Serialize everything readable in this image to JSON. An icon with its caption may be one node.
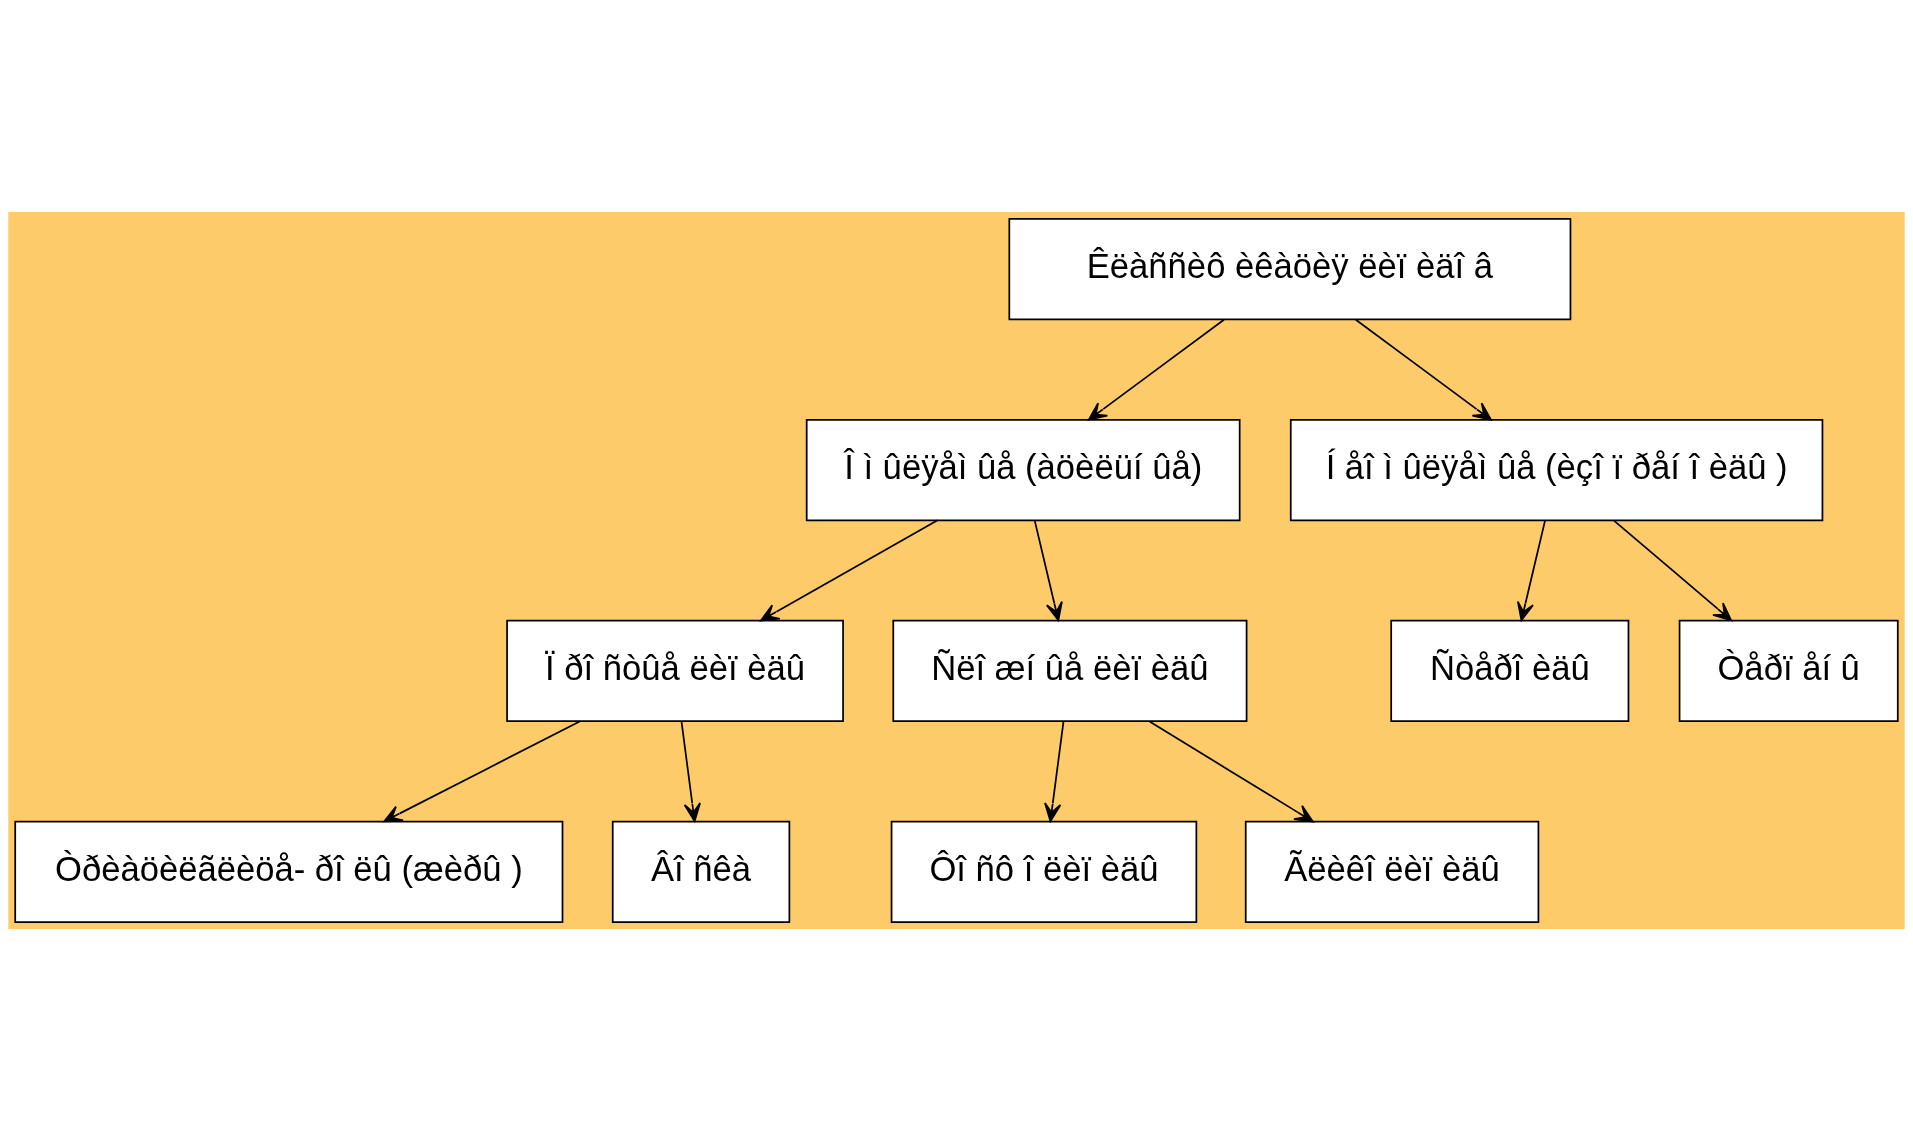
{
  "diagram": {
    "nodes": [
      {
        "text": [
          "Êëàññèô èêàöèÿ ëèï èäî â"
        ]
      },
      {
        "text": [
          "Î ì ûëÿåì ûå (àöèëüí ûå)"
        ]
      },
      {
        "text": [
          "Í åî ì ûëÿåì ûå (èçî ï ðåí î èäû )"
        ]
      },
      {
        "text": [
          "Ï ðî ñòûå ëèï èäû"
        ]
      },
      {
        "text": [
          "Ñëî æí ûå ëèï èäû"
        ]
      },
      {
        "text": [
          "Ñòåðî èäû"
        ]
      },
      {
        "text": [
          "Òåðï åí û"
        ]
      },
      {
        "text": [
          "Òðèàöèëãëèöå- ðî ëû (æèðû )"
        ]
      },
      {
        "text": [
          "Âî ñêà"
        ]
      },
      {
        "text": [
          "Ôî ñô î ëèï èäû"
        ]
      },
      {
        "text": [
          "Ãëèêî ëèï èäû"
        ]
      }
    ],
    "edges": [
      {
        "from": 0,
        "to": 1,
        "arrow": "to"
      },
      {
        "from": 0,
        "to": 2,
        "arrow": "to"
      },
      {
        "from": 1,
        "to": 3,
        "arrow": "to"
      },
      {
        "from": 1,
        "to": 4,
        "arrow": "to"
      },
      {
        "from": 2,
        "to": 5,
        "arrow": "to"
      },
      {
        "from": 2,
        "to": 6,
        "arrow": "to"
      },
      {
        "from": 3,
        "to": 7,
        "arrow": "to"
      },
      {
        "from": 3,
        "to": 8,
        "arrow": "to"
      },
      {
        "from": 4,
        "to": 9,
        "arrow": "to"
      },
      {
        "from": 4,
        "to": 10,
        "arrow": "to"
      }
    ]
  }
}
